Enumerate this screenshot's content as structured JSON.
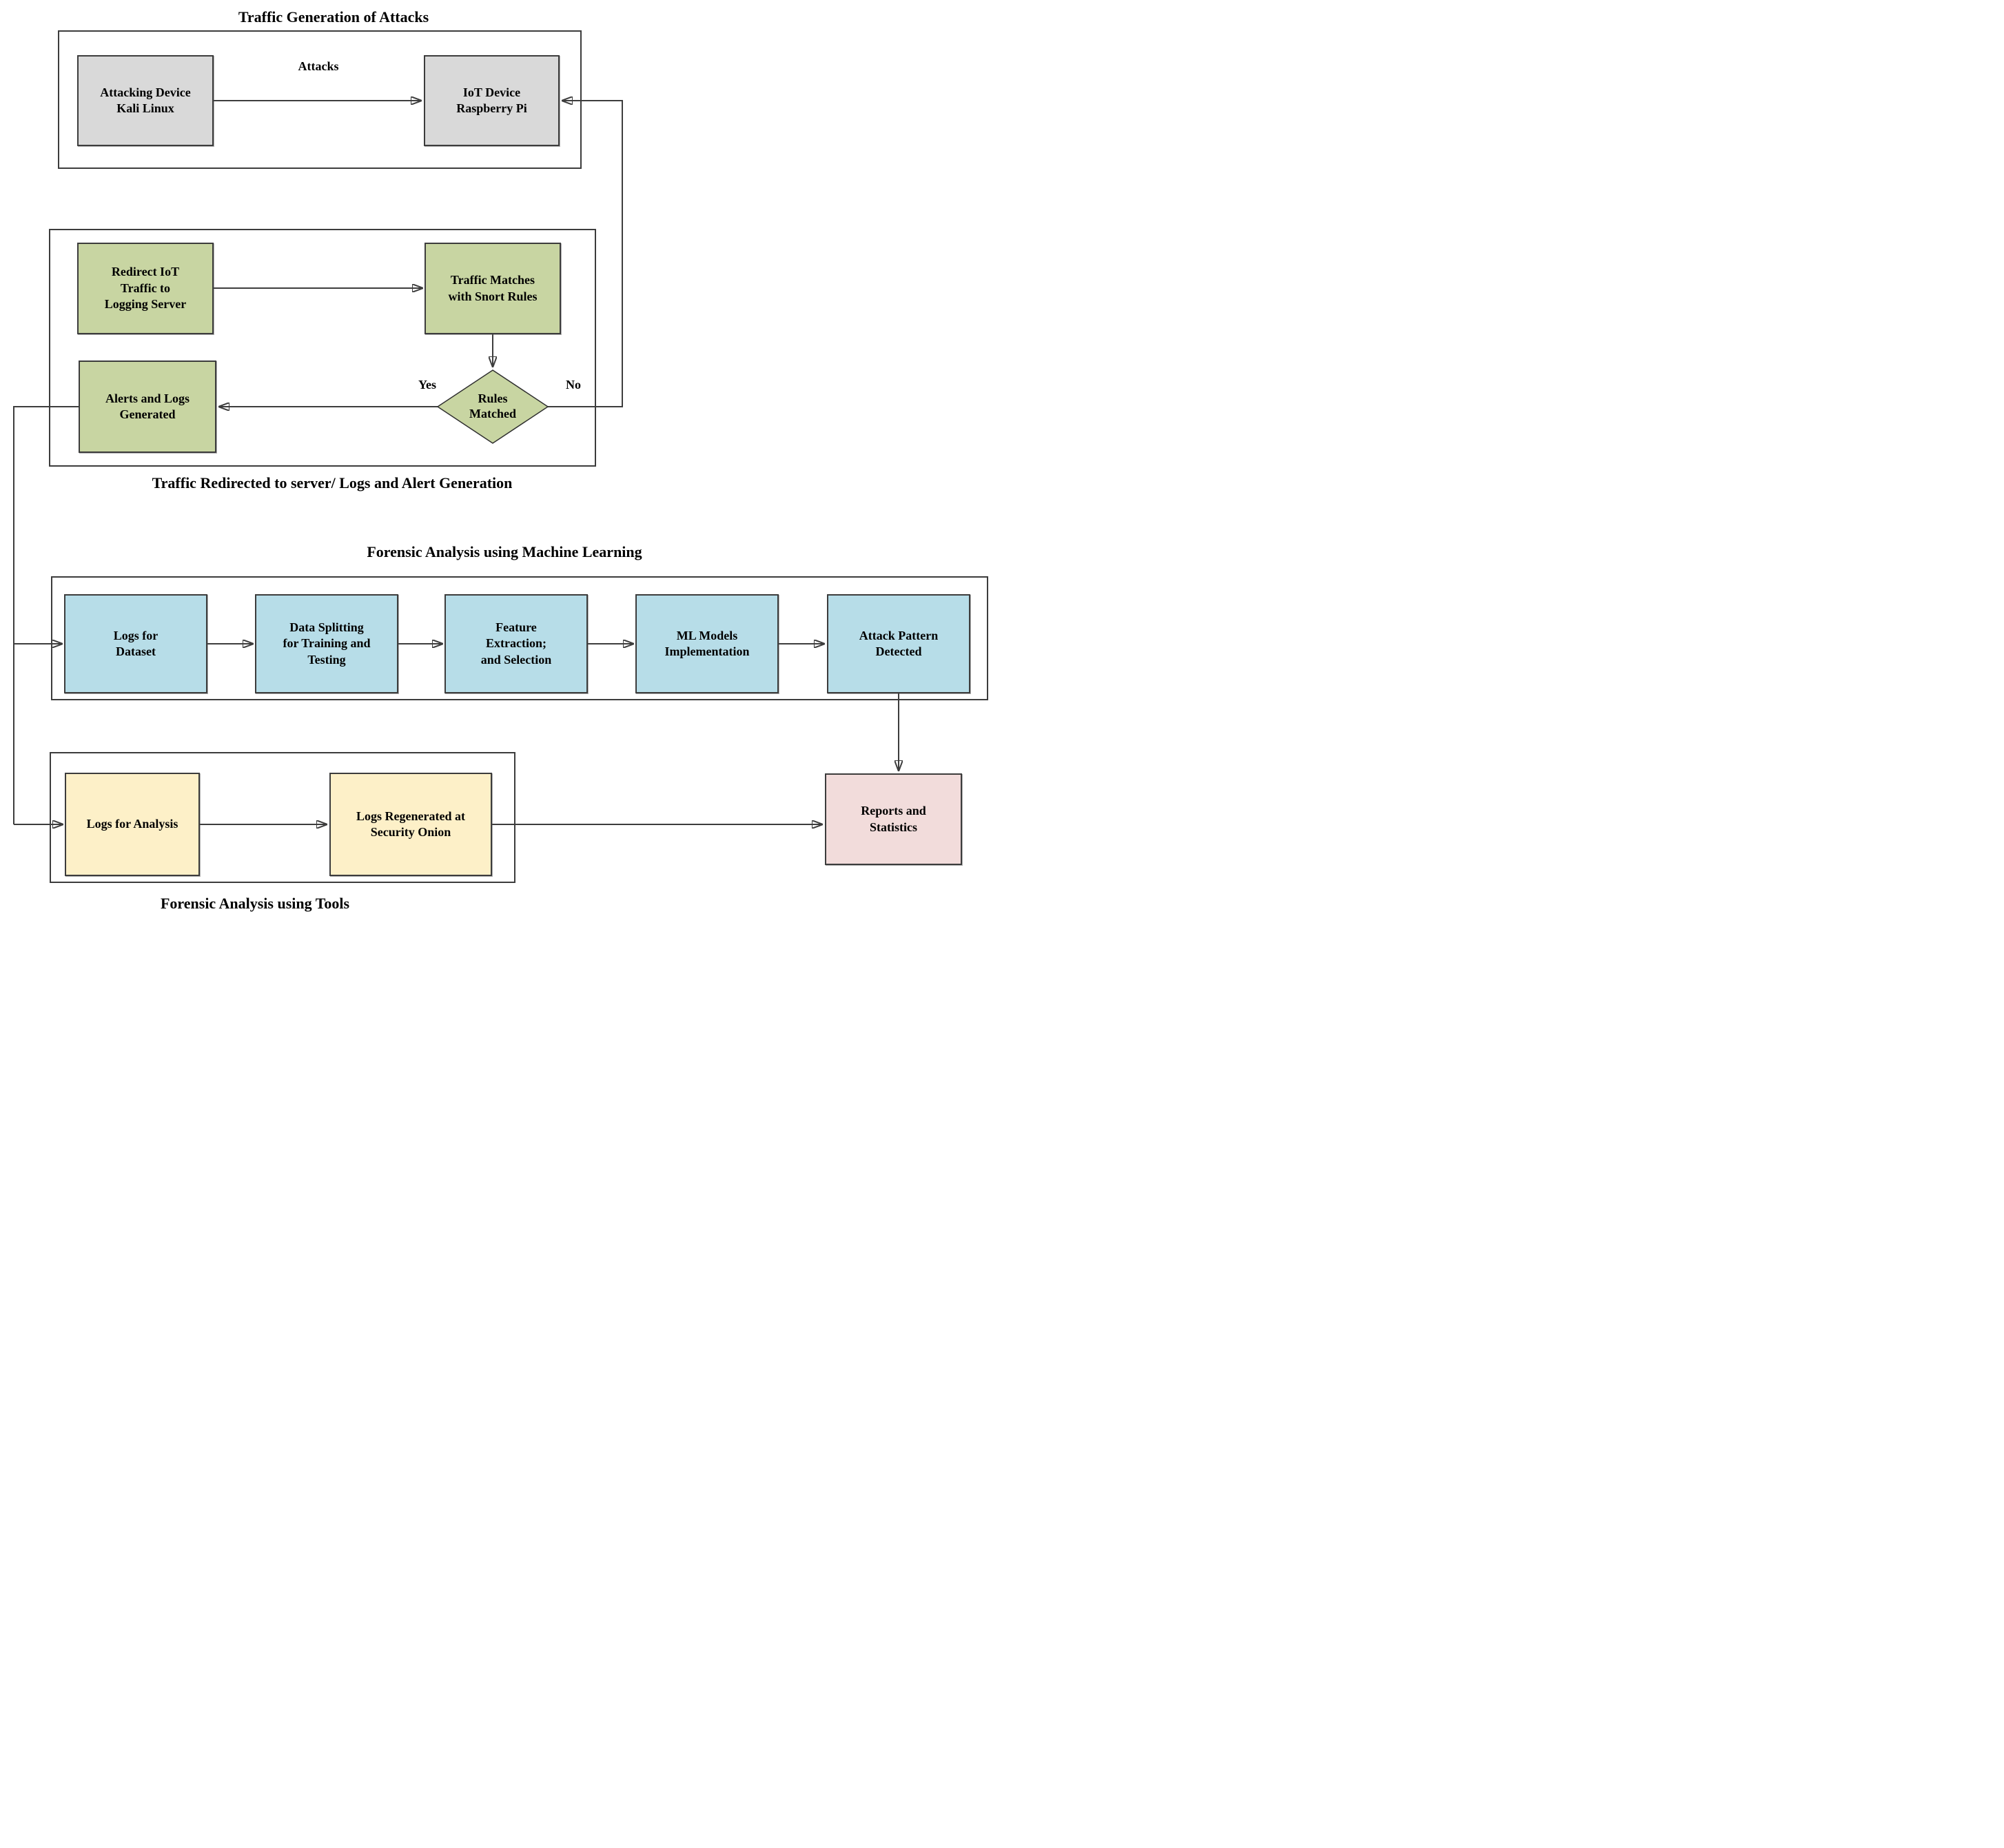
{
  "colors": {
    "gray_fill": "#d9d9d9",
    "green_fill": "#c8d5a2",
    "blue_fill": "#b7dde8",
    "yellow_fill": "#fdf0c8",
    "pink_fill": "#f2dcdb",
    "line_color": "#3d3d3d"
  },
  "sections": {
    "traffic_generation": {
      "title": "Traffic Generation of Attacks"
    },
    "redirection": {
      "caption": "Traffic Redirected to server/ Logs and Alert Generation"
    },
    "ml_analysis": {
      "title": "Forensic Analysis using Machine Learning"
    },
    "tools_analysis": {
      "caption": "Forensic Analysis using Tools"
    }
  },
  "nodes": {
    "attacking_device": {
      "label": "Attacking Device\nKali Linux",
      "shape": "rect",
      "fill": "gray"
    },
    "iot_device": {
      "label": "IoT Device\nRaspberry Pi",
      "shape": "rect",
      "fill": "gray"
    },
    "redirect_traffic": {
      "label": "Redirect IoT\nTraffic to\nLogging Server",
      "shape": "rect",
      "fill": "green"
    },
    "traffic_matches": {
      "label": "Traffic Matches\nwith Snort Rules",
      "shape": "rect",
      "fill": "green"
    },
    "rules_matched": {
      "label": "Rules\nMatched",
      "shape": "diamond",
      "fill": "green"
    },
    "alerts_logs": {
      "label": "Alerts and Logs\nGenerated",
      "shape": "rect",
      "fill": "green"
    },
    "logs_dataset": {
      "label": "Logs for\nDataset",
      "shape": "rect",
      "fill": "blue"
    },
    "data_splitting": {
      "label": "Data Splitting\nfor Training and\nTesting",
      "shape": "rect",
      "fill": "blue"
    },
    "feature_extraction": {
      "label": "Feature\nExtraction;\nand Selection",
      "shape": "rect",
      "fill": "blue"
    },
    "ml_models": {
      "label": "ML Models\nImplementation",
      "shape": "rect",
      "fill": "blue"
    },
    "attack_pattern": {
      "label": "Attack Pattern\nDetected",
      "shape": "rect",
      "fill": "blue"
    },
    "logs_analysis": {
      "label": "Logs for Analysis",
      "shape": "rect",
      "fill": "yellow"
    },
    "logs_regenerated": {
      "label": "Logs Regenerated at\nSecurity Onion",
      "shape": "rect",
      "fill": "yellow"
    },
    "reports_statistics": {
      "label": "Reports and\nStatistics",
      "shape": "rect",
      "fill": "pink"
    }
  },
  "edge_labels": {
    "attacks": "Attacks",
    "yes": "Yes",
    "no": "No"
  }
}
